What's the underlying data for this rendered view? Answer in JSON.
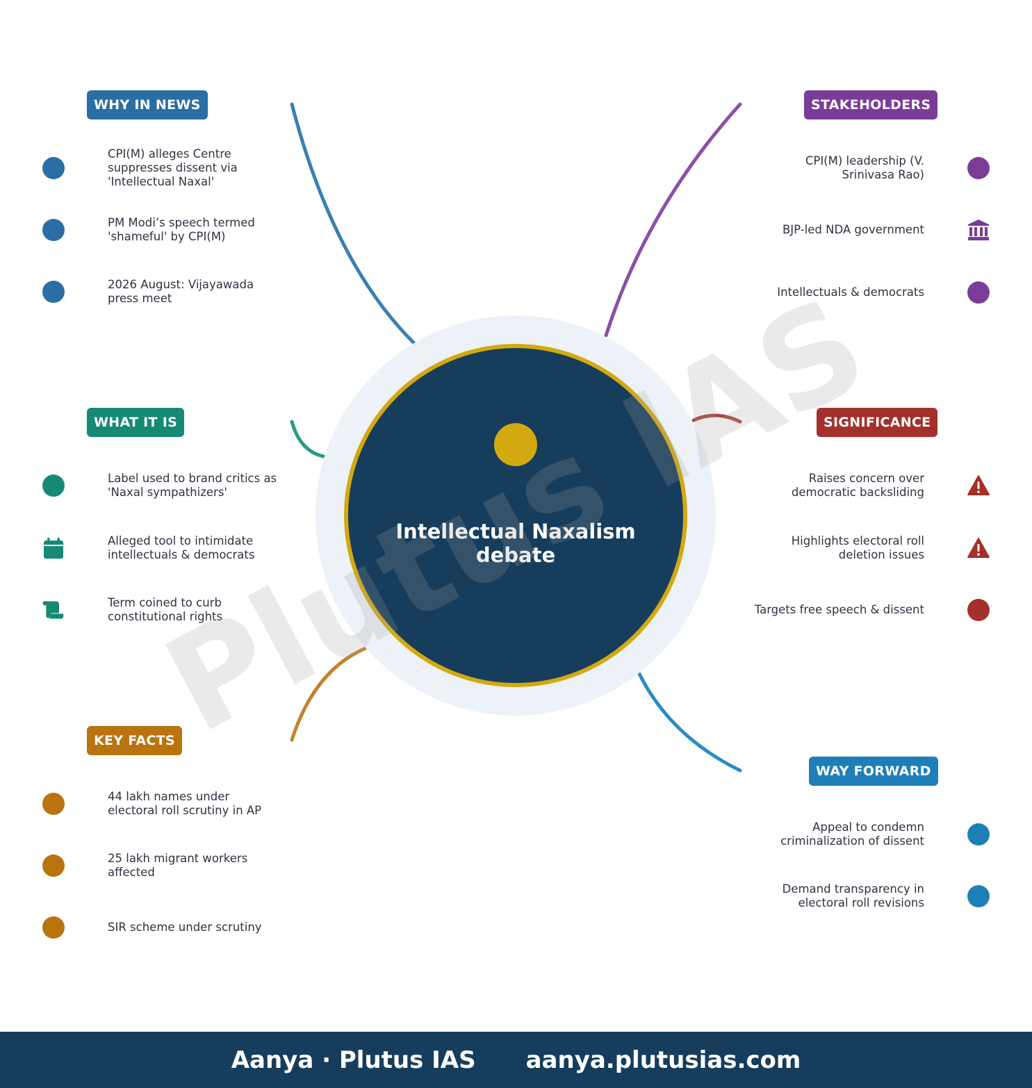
{
  "title": "Intellectual Naxalism debate",
  "watermark": "Plutus IAS",
  "colors": {
    "navy": "#163d5c",
    "center_ring": "#d4a90f",
    "center_halo": "#edf2f8",
    "why": "#2a6ea5",
    "what": "#168a74",
    "keyfacts": "#b9730f",
    "stakeholders": "#7b3c98",
    "significance": "#a3302a",
    "wayforward": "#1e7fb8"
  },
  "sections": {
    "why_in_news": {
      "label": "WHY IN NEWS",
      "items": [
        {
          "text": "CPI(M) alleges Centre suppresses dissent via 'Intellectual Naxal'",
          "icon": "dot"
        },
        {
          "text": "PM Modi’s speech termed 'shameful' by CPI(M)",
          "icon": "dot"
        },
        {
          "text": "2026 August: Vijayawada press meet",
          "icon": "dot"
        }
      ]
    },
    "what_it_is": {
      "label": "WHAT IT IS",
      "items": [
        {
          "text": "Label used to brand critics as 'Naxal sympathizers'",
          "icon": "dot"
        },
        {
          "text": "Alleged tool to intimidate intellectuals & democrats",
          "icon": "calendar-icon"
        },
        {
          "text": "Term coined to curb constitutional rights",
          "icon": "scroll-icon"
        }
      ]
    },
    "key_facts": {
      "label": "KEY FACTS",
      "items": [
        {
          "text": "44 lakh names under electoral roll scrutiny in AP",
          "icon": "dot"
        },
        {
          "text": "25 lakh migrant workers affected",
          "icon": "dot"
        },
        {
          "text": "SIR scheme under scrutiny",
          "icon": "dot"
        }
      ]
    },
    "stakeholders": {
      "label": "STAKEHOLDERS",
      "items": [
        {
          "text": "CPI(M) leadership (V. Srinivasa Rao)",
          "icon": "dot"
        },
        {
          "text": "BJP-led NDA government",
          "icon": "government-building-icon"
        },
        {
          "text": "Intellectuals & democrats",
          "icon": "dot"
        }
      ]
    },
    "significance": {
      "label": "SIGNIFICANCE",
      "items": [
        {
          "text": "Raises concern over democratic backsliding",
          "icon": "warning-icon"
        },
        {
          "text": "Highlights electoral roll deletion issues",
          "icon": "warning-icon"
        },
        {
          "text": "Targets free speech & dissent",
          "icon": "dot"
        }
      ]
    },
    "way_forward": {
      "label": "WAY FORWARD",
      "items": [
        {
          "text": "Appeal to condemn criminalization of dissent",
          "icon": "dot"
        },
        {
          "text": "Demand transparency in electoral roll revisions",
          "icon": "dot"
        }
      ]
    }
  },
  "footer": {
    "brand": "Aanya · Plutus IAS",
    "url": "aanya.plutusias.com"
  }
}
